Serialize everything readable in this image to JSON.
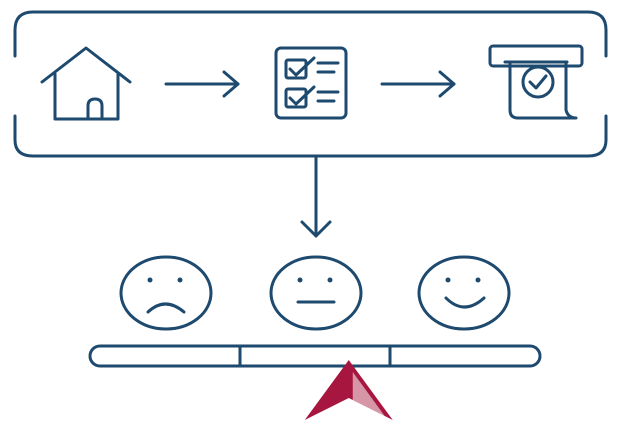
{
  "colors": {
    "stroke": "#1d4a6e",
    "accent": "#a7163f",
    "background": "#ffffff"
  },
  "process": {
    "steps": [
      {
        "icon": "house-icon"
      },
      {
        "icon": "checklist-icon"
      },
      {
        "icon": "receipt-check-icon"
      }
    ]
  },
  "rating": {
    "faces": [
      {
        "icon": "sad-face-icon",
        "sentiment": "negative"
      },
      {
        "icon": "neutral-face-icon",
        "sentiment": "neutral"
      },
      {
        "icon": "happy-face-icon",
        "sentiment": "positive"
      }
    ],
    "scale_segments": 3,
    "indicator_value": 0.575
  }
}
